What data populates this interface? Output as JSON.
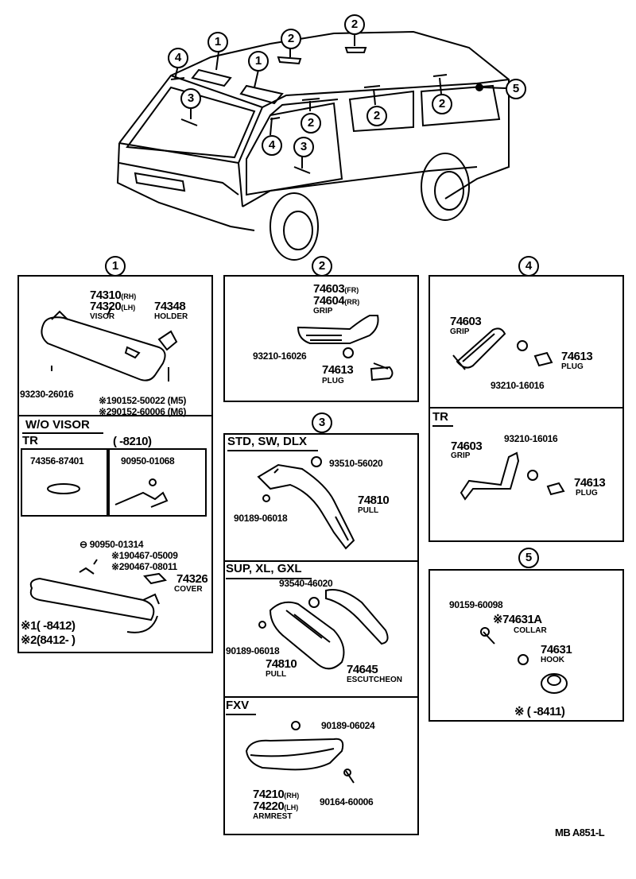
{
  "callouts": {
    "c1": "1",
    "c2": "2",
    "c3": "3",
    "c4": "4",
    "c5": "5"
  },
  "sec1": {
    "visor_rh": "74310",
    "visor_lh": "74320",
    "rh": "(RH)",
    "lh": "(LH)",
    "visor": "VISOR",
    "holder_pn": "74348",
    "holder": "HOLDER",
    "screw1": "93230-26016",
    "m1": "※1",
    "m1_pn": "90152-50022 (M5)",
    "m2": "※2",
    "m2_pn": "90152-60006 (M6)",
    "wo_visor": "W/O VISOR",
    "tr": "TR",
    "tr_range": "(       -8210)",
    "cap_pn": "74356-87401",
    "clip_pn": "90950-01068",
    "clip2_pn": "90950-01314",
    "scr1_mark": "※1",
    "scr1_pn": "90467-05009",
    "scr2_mark": "※2",
    "scr2_pn": "90467-08011",
    "cover_pn": "74326",
    "cover": "COVER",
    "r1_mark": "※1",
    "r1": "(       -8412)",
    "r2_mark": "※2",
    "r2": "(8412-        )"
  },
  "sec2": {
    "grip_fr": "74603",
    "fr": "(FR)",
    "grip_rr": "74604",
    "rr": "(RR)",
    "grip": "GRIP",
    "screw": "93210-16026",
    "plug_pn": "74613",
    "plug": "PLUG"
  },
  "sec3": {
    "std_hdr": "STD, SW, DLX",
    "std_screw": "93510-56020",
    "std_clip": "90189-06018",
    "std_pull_pn": "74810",
    "std_pull": "PULL",
    "sup_hdr": "SUP, XL, GXL",
    "sup_screw": "93540-46020",
    "sup_clip": "90189-06018",
    "sup_pull_pn": "74810",
    "sup_pull": "PULL",
    "esc_pn": "74645",
    "esc": "ESCUTCHEON",
    "fxv_hdr": "FXV",
    "fxv_clip": "90189-06024",
    "arm_rh": "74210",
    "rh": "(RH)",
    "arm_lh": "74220",
    "lh": "(LH)",
    "armrest": "ARMREST",
    "fxv_screw": "90164-60006"
  },
  "sec4": {
    "grip_pn": "74603",
    "grip": "GRIP",
    "screw": "93210-16016",
    "plug_pn": "74613",
    "plug": "PLUG",
    "tr_hdr": "TR",
    "tr_grip_pn": "74603",
    "tr_grip": "GRIP",
    "tr_screw": "93210-16016",
    "tr_plug_pn": "74613",
    "tr_plug": "PLUG"
  },
  "sec5": {
    "screw": "90159-60098",
    "collar_mark": "※",
    "collar_pn": "74631A",
    "collar": "COLLAR",
    "hook_pn": "74631",
    "hook": "HOOK",
    "range": "※ (       -8411)"
  },
  "footer": {
    "code": "MB  A851-L"
  }
}
